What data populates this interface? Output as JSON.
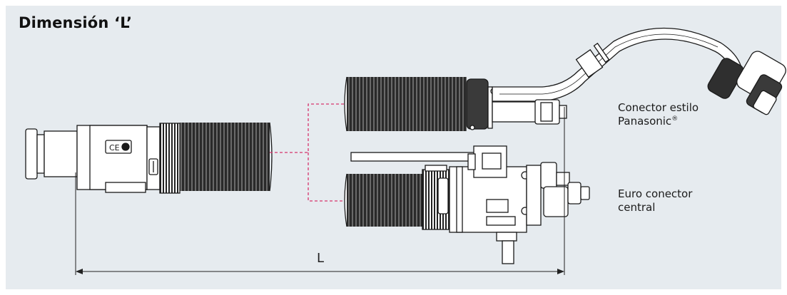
{
  "title": "Dimensión ‘L’",
  "connectors": {
    "panasonic": {
      "line1": "Conector estilo",
      "line2": "Panasonic",
      "mark": "®"
    },
    "euro": {
      "line1": "Euro conector",
      "line2": "central"
    }
  },
  "dimension": {
    "label": "L"
  },
  "colors": {
    "background": "#e6ebef",
    "outline": "#1a1a1a",
    "dashed_connector": "#d6336c"
  }
}
